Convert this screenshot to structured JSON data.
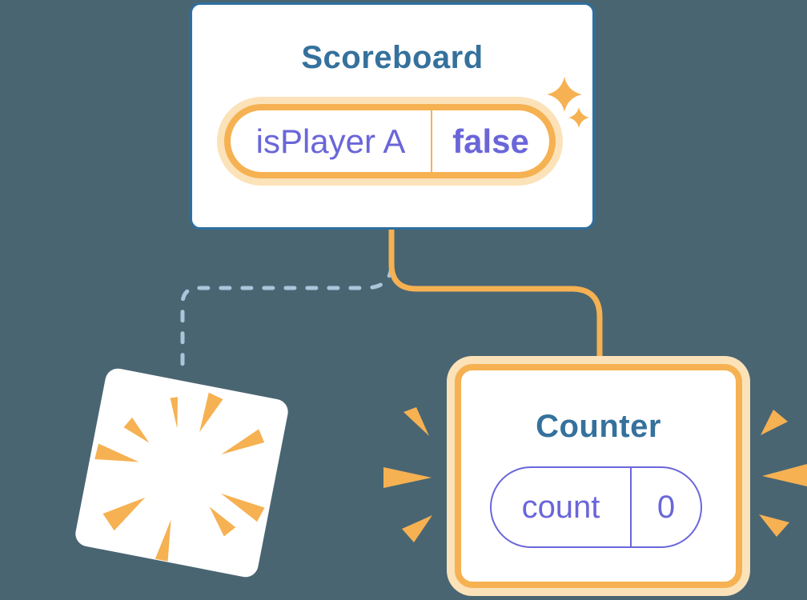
{
  "scoreboard": {
    "title": "Scoreboard",
    "state_pill": {
      "name": "isPlayer A",
      "value": "false"
    }
  },
  "counter": {
    "title": "Counter",
    "state_pill": {
      "name": "count",
      "value": "0"
    }
  },
  "colors": {
    "canvas_background": "#4A6572",
    "card_border_blue": "#2D6F9E",
    "title_text": "#35719C",
    "state_purple": "#6A66D9",
    "highlight_orange": "#F6B152",
    "highlight_glow": "#FBE2B8",
    "dashed_line": "#A9C6DB",
    "card_bg": "#FFFFFF"
  }
}
